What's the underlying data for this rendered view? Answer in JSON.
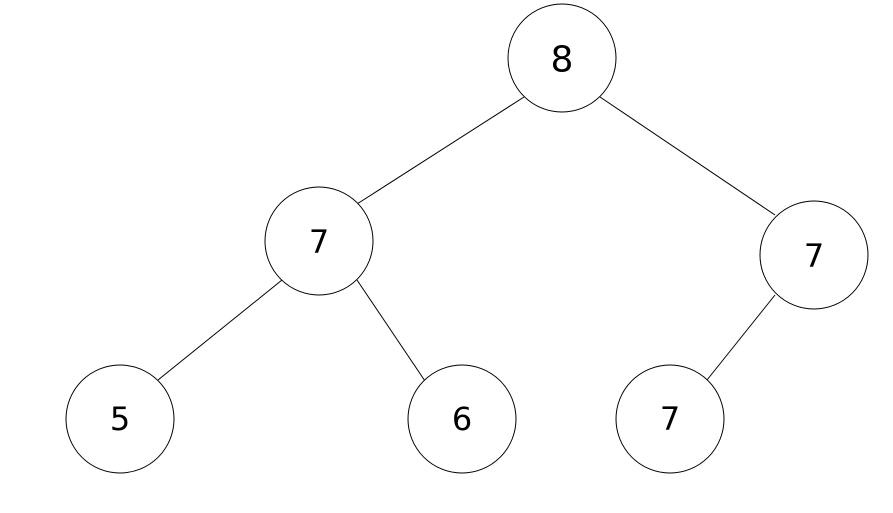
{
  "tree": {
    "nodes": [
      {
        "id": "root",
        "value": "8"
      },
      {
        "id": "left",
        "value": "7"
      },
      {
        "id": "right",
        "value": "7"
      },
      {
        "id": "left-left",
        "value": "5"
      },
      {
        "id": "left-right",
        "value": "6"
      },
      {
        "id": "right-left",
        "value": "7"
      }
    ],
    "edges": [
      {
        "from": "root",
        "to": "left"
      },
      {
        "from": "root",
        "to": "right"
      },
      {
        "from": "left",
        "to": "left-left"
      },
      {
        "from": "left",
        "to": "left-right"
      },
      {
        "from": "right",
        "to": "right-left"
      }
    ],
    "colors": {
      "stroke": "#000000",
      "fill": "#ffffff",
      "text": "#000000"
    }
  }
}
